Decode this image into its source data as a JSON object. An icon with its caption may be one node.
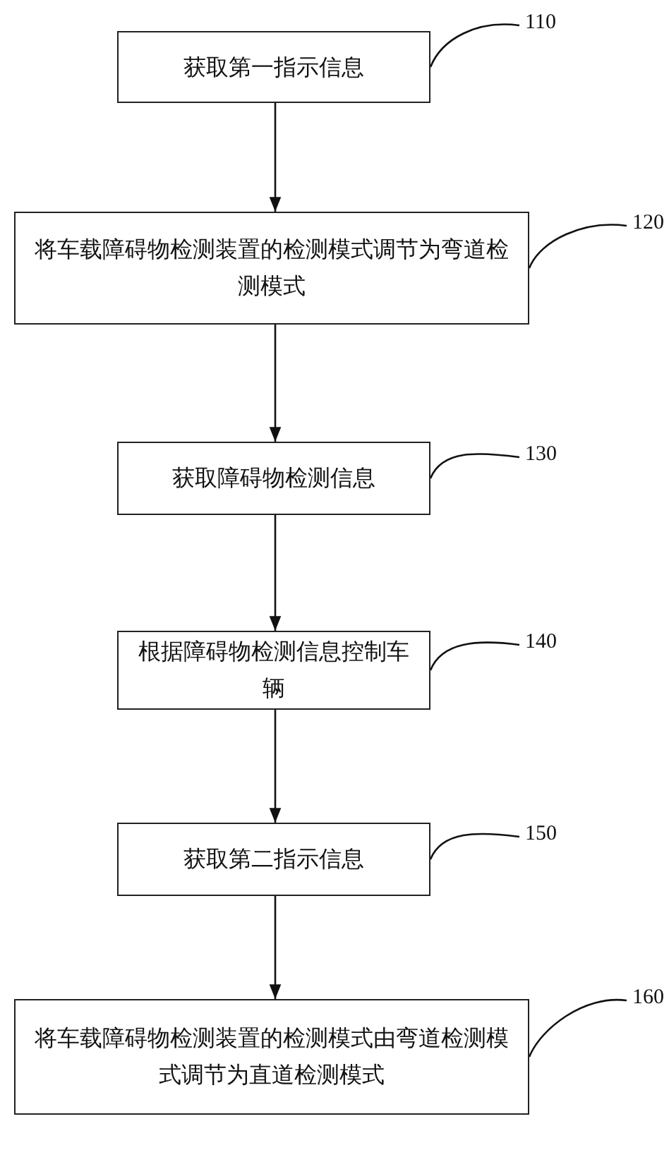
{
  "diagram": {
    "nodes": [
      {
        "text": [
          "获取第一指示信息"
        ]
      },
      {
        "text": [
          "110"
        ]
      },
      {
        "text": [
          "将车载障碍物检测装置的检测模式调节为弯道检测模式"
        ]
      },
      {
        "text": [
          "120"
        ]
      },
      {
        "text": [
          "获取障碍物检测信息"
        ]
      },
      {
        "text": [
          "130"
        ]
      },
      {
        "text": [
          "根据障碍物检测信息控制车辆"
        ]
      },
      {
        "text": [
          "140"
        ]
      },
      {
        "text": [
          "获取第二指示信息"
        ]
      },
      {
        "text": [
          "150"
        ]
      },
      {
        "text": [
          "将车载障碍物检测装置的检测模式由弯道检测模式调节为直道检测模式"
        ]
      },
      {
        "text": [
          "160"
        ]
      }
    ],
    "edges": [
      {
        "from": 0,
        "to": 2,
        "arrow": "to"
      },
      {
        "from": 2,
        "to": 4,
        "arrow": "to"
      },
      {
        "from": 4,
        "to": 6,
        "arrow": "to"
      },
      {
        "from": 6,
        "to": 8,
        "arrow": "to"
      },
      {
        "from": 8,
        "to": 10,
        "arrow": "to"
      },
      {
        "from": 1,
        "to": 0,
        "arrow": "none"
      },
      {
        "from": 3,
        "to": 2,
        "arrow": "none"
      },
      {
        "from": 5,
        "to": 4,
        "arrow": "none"
      },
      {
        "from": 7,
        "to": 6,
        "arrow": "none"
      },
      {
        "from": 9,
        "to": 8,
        "arrow": "none"
      },
      {
        "from": 11,
        "to": 10,
        "arrow": "none"
      }
    ]
  }
}
